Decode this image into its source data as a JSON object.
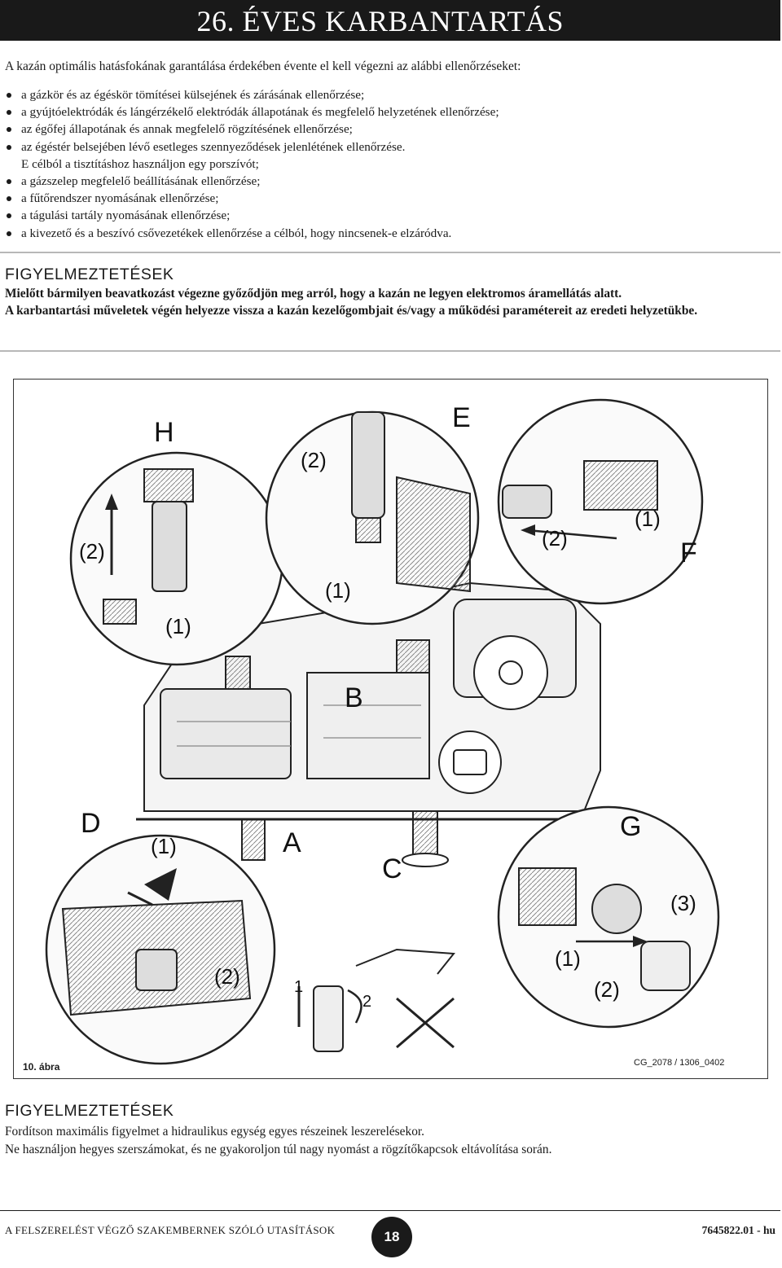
{
  "header": {
    "title": "26. ÉVES KARBANTARTÁS"
  },
  "intro": "A kazán optimális hatásfokának garantálása érdekében évente el kell végezni az alábbi ellenőrzéseket:",
  "checks": [
    "a gázkör és az égéskör tömítései külsejének és zárásának ellenőrzése;",
    "a gyújtóelektródák és lángérzékelő elektródák állapotának és megfelelő helyzetének ellenőrzése;",
    "az égőfej állapotának és annak megfelelő rögzítésének ellenőrzése;",
    "az égéstér belsejében lévő esetleges szennyeződések jelenlétének ellenőrzése.",
    "a gázszelep megfelelő beállításának ellenőrzése;",
    "a fűtőrendszer nyomásának ellenőrzése;",
    "a tágulási tartály nyomásának ellenőrzése;",
    "a kivezető és a beszívó csővezetékek ellenőrzése a célból, hogy nincsenek-e elzáródva."
  ],
  "check_note": "E célból a tisztításhoz használjon egy porszívót;",
  "warning1": {
    "title": "FIGYELMEZTETÉSEK",
    "line1": "Mielőtt bármilyen beavatkozást végezne győződjön meg arról, hogy a kazán ne legyen elektromos áramellátás alatt.",
    "line2": "A karbantartási műveletek végén helyezze vissza a kazán kezelőgombjait és/vagy a működési paramétereit az eredeti helyzetükbe."
  },
  "figure": {
    "caption": "10. ábra",
    "code": "CG_2078 / 1306_0402",
    "labels": {
      "A": "A",
      "B": "B",
      "C": "C",
      "D": "D",
      "E": "E",
      "F": "F",
      "G": "G",
      "H": "H",
      "s1": "(1)",
      "s2": "(2)",
      "s3": "(3)",
      "n1": "1",
      "n2": "2"
    }
  },
  "warning2": {
    "title": "FIGYELMEZTETÉSEK",
    "line1": "Fordítson maximális figyelmet a hidraulikus egység egyes részeinek leszerelésekor.",
    "line2": "Ne használjon hegyes szerszámokat, és ne gyakoroljon túl nagy nyomást a rögzítőkapcsok eltávolítása során."
  },
  "footer": {
    "left": "A FELSZERELÉST VÉGZŐ SZAKEMBERNEK SZÓLÓ UTASÍTÁSOK",
    "page": "18",
    "right": "7645822.01 - hu"
  }
}
